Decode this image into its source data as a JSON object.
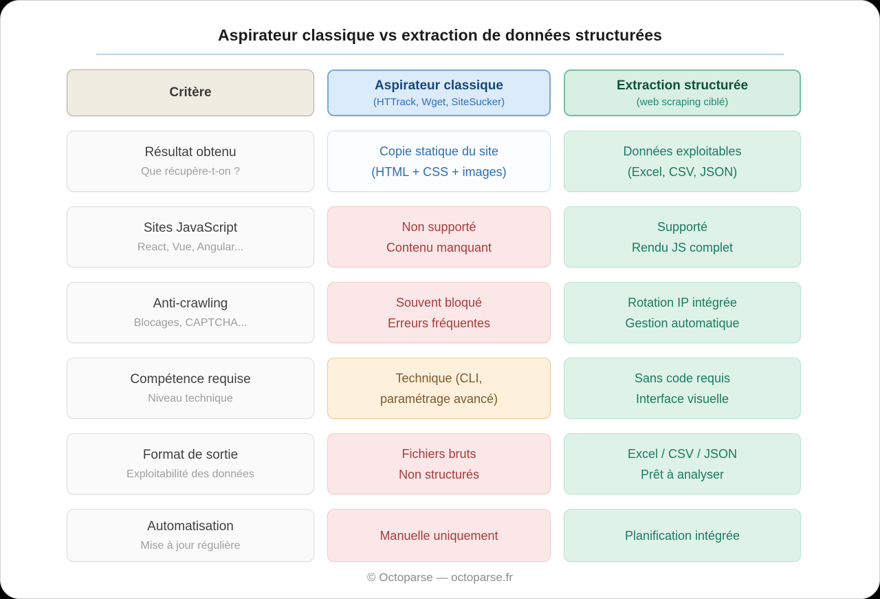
{
  "page": {
    "title": "Aspirateur classique vs extraction de données structurées",
    "footer": "© Octoparse — octoparse.fr"
  },
  "columns": {
    "criteria": {
      "title": "Critère"
    },
    "classic": {
      "title": "Aspirateur classique",
      "subtitle": "(HTTrack, Wget, SiteSucker)"
    },
    "structured": {
      "title": "Extraction structurée",
      "subtitle": "(web scraping ciblé)"
    }
  },
  "rows": [
    {
      "criterion": "Résultat obtenu",
      "criterion_sub": "Que récupère-t-on ?",
      "classic": {
        "tone": "info",
        "lines": [
          "Copie statique du site",
          "(HTML + CSS + images)"
        ]
      },
      "structured": {
        "tone": "good",
        "lines": [
          "Données exploitables",
          "(Excel, CSV, JSON)"
        ]
      }
    },
    {
      "criterion": "Sites JavaScript",
      "criterion_sub": "React, Vue, Angular...",
      "classic": {
        "tone": "bad",
        "lines": [
          "Non supporté",
          "Contenu manquant"
        ]
      },
      "structured": {
        "tone": "good",
        "lines": [
          "Supporté",
          "Rendu JS complet"
        ]
      }
    },
    {
      "criterion": "Anti-crawling",
      "criterion_sub": "Blocages, CAPTCHA...",
      "classic": {
        "tone": "bad",
        "lines": [
          "Souvent bloqué",
          "Erreurs fréquentes"
        ]
      },
      "structured": {
        "tone": "good",
        "lines": [
          "Rotation IP intégrée",
          "Gestion automatique"
        ]
      }
    },
    {
      "criterion": "Compétence requise",
      "criterion_sub": "Niveau technique",
      "classic": {
        "tone": "warn",
        "lines": [
          "Technique (CLI,",
          "paramétrage avancé)"
        ]
      },
      "structured": {
        "tone": "good",
        "lines": [
          "Sans code requis",
          "Interface visuelle"
        ]
      }
    },
    {
      "criterion": "Format de sortie",
      "criterion_sub": "Exploitabilité des données",
      "classic": {
        "tone": "bad",
        "lines": [
          "Fichiers bruts",
          "Non structurés"
        ]
      },
      "structured": {
        "tone": "good",
        "lines": [
          "Excel / CSV / JSON",
          "Prêt à analyser"
        ]
      }
    },
    {
      "criterion": "Automatisation",
      "criterion_sub": "Mise à jour régulière",
      "classic": {
        "tone": "bad",
        "lines": [
          "Manuelle uniquement"
        ]
      },
      "structured": {
        "tone": "good",
        "lines": [
          "Planification intégrée"
        ]
      }
    }
  ],
  "colors": {
    "classic_accent": "#2f6eb5",
    "structured_accent": "#1b7a5f",
    "negative_text": "#a93a3a",
    "warning_text": "#7c5a2a",
    "criteria_header_bg": "#f0ece2",
    "classic_header_bg": "#dcebfa",
    "structured_header_bg": "#d9efe4",
    "negative_bg": "#fbe7e7",
    "warning_bg": "#fdf0dc",
    "positive_bg": "#def2e8",
    "info_bg": "#fbfdff",
    "title_underline": "#b5d3ec"
  }
}
